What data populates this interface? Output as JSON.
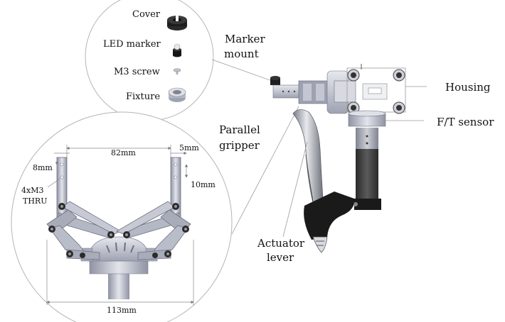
{
  "parts": {
    "cover": "Cover",
    "led_marker": "LED marker",
    "m3_screw": "M3 screw",
    "fixture": "Fixture"
  },
  "callouts": {
    "marker_mount": [
      "Marker",
      "mount"
    ],
    "housing": "Housing",
    "ft_sensor": "F/T sensor",
    "parallel_gripper": [
      "Parallel",
      "gripper"
    ],
    "actuator_lever": [
      "Actuator",
      "lever"
    ]
  },
  "dimensions": {
    "finger_gap": "82mm",
    "finger_width": "5mm",
    "hole_offset": "8mm",
    "hole_spacing": "10mm",
    "holes": [
      "4xM3",
      "THRU"
    ],
    "total_width": "113mm"
  },
  "colors": {
    "metal": "#b9bcc9",
    "metal_dark": "#8d91a0",
    "black": "#1e1e1e",
    "leader": "#9a9a9a"
  }
}
